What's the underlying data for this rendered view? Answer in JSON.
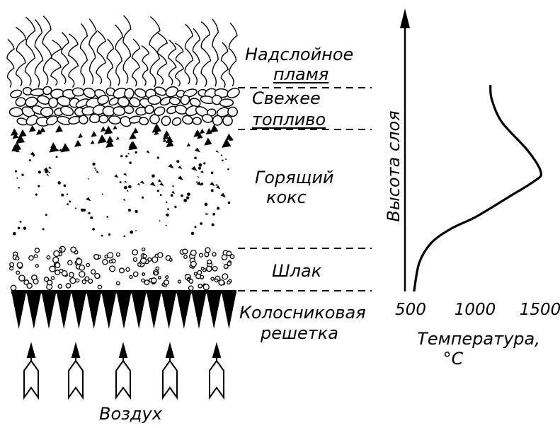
{
  "layers": {
    "flame": [
      "Надслойное",
      "пламя"
    ],
    "fresh_fuel": [
      "Свежее",
      "топливо"
    ],
    "burning_coke": [
      "Горящий",
      "кокс"
    ],
    "slag": "Шлак",
    "grate": [
      "Колосниковая",
      "решетка"
    ]
  },
  "air_label": "Воздух",
  "temperature_chart": {
    "y_axis_label": "Высота слоя",
    "x_axis_label": [
      "Температура,",
      "°C"
    ],
    "x_ticks": [
      "500",
      "1000",
      "1500"
    ]
  },
  "chart_data": {
    "type": "line",
    "title": "",
    "xlabel": "Температура, °C",
    "ylabel": "Высота слоя",
    "x_ticks": [
      500,
      1000,
      1500
    ],
    "xlim": [
      500,
      1650
    ],
    "series": [
      {
        "x": [
          520,
          560,
          650,
          800,
          1000,
          1250,
          1450,
          1500,
          1400,
          1200,
          1120,
          1110
        ],
        "y": [
          0.0,
          0.16,
          0.27,
          0.35,
          0.42,
          0.53,
          0.62,
          0.67,
          0.79,
          0.95,
          1.08,
          1.16
        ]
      }
    ]
  },
  "colors": {
    "ink": "#000000",
    "paper": "#ffffff"
  }
}
